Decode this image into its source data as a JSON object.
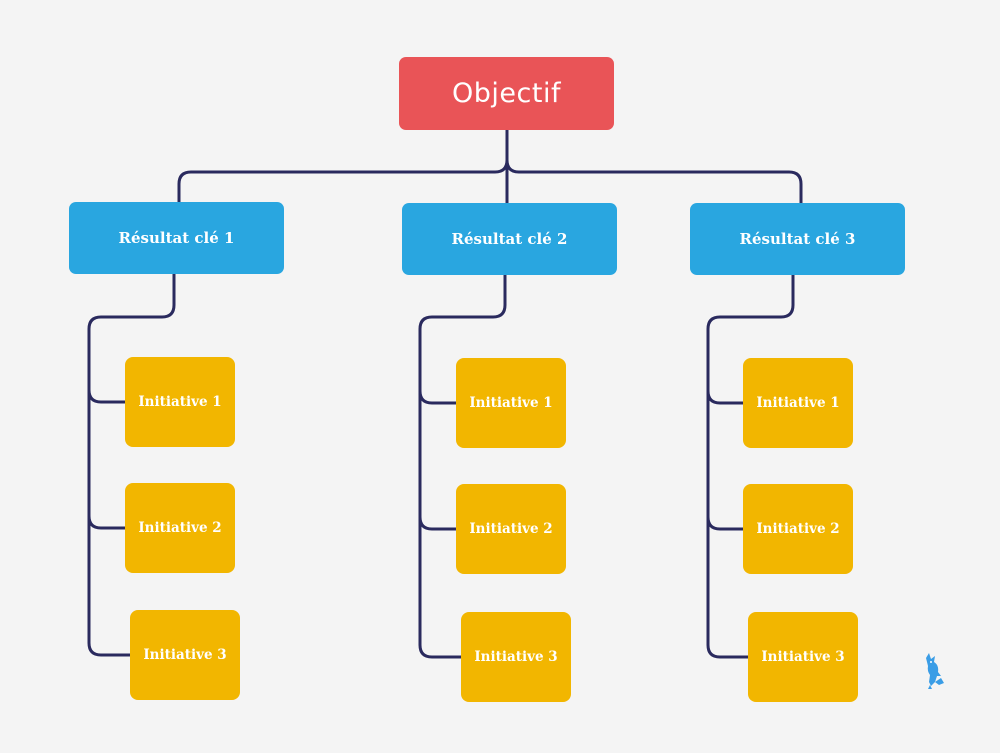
{
  "objective": {
    "label": "Objectif"
  },
  "key_results": [
    {
      "label": "Résultat clé 1",
      "initiatives": [
        "Initiative 1",
        "Initiative 2",
        "Initiative 3"
      ]
    },
    {
      "label": "Résultat clé 2",
      "initiatives": [
        "Initiative 1",
        "Initiative 2",
        "Initiative 3"
      ]
    },
    {
      "label": "Résultat clé 3",
      "initiatives": [
        "Initiative 1",
        "Initiative 2",
        "Initiative 3"
      ]
    }
  ],
  "colors": {
    "objective": "#e95457",
    "key_result": "#29a6e0",
    "initiative": "#f2b600",
    "connector": "#2a2a5e",
    "background": "#f4f4f4",
    "logo": "#3a9de6"
  },
  "logo_icon": "fox-logo-icon"
}
